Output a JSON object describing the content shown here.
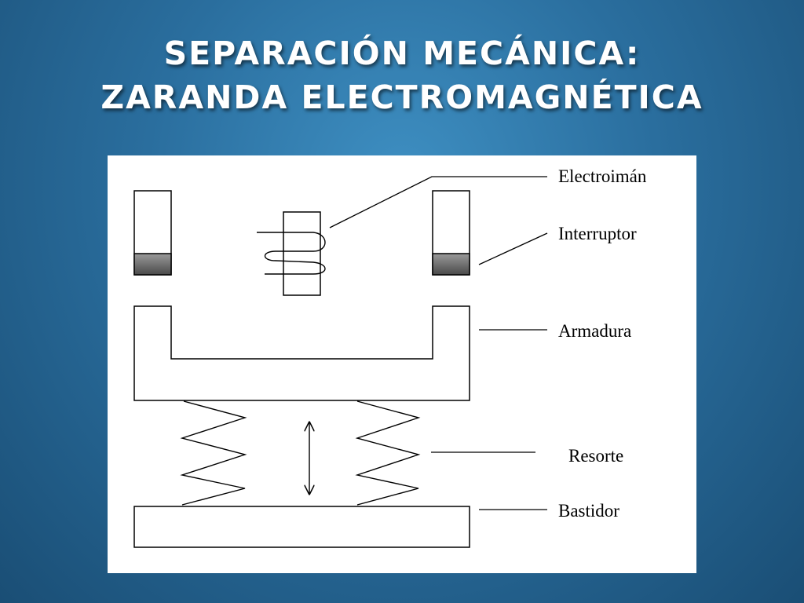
{
  "title": {
    "line1": "SEPARACIÓN MECÁNICA:",
    "line2": "ZARANDA ELECTROMAGNÉTICA"
  },
  "diagram": {
    "labels": {
      "electroiman": "Electroimán",
      "interruptor": "Interruptor",
      "armadura": "Armadura",
      "resorte": "Resorte",
      "bastidor": "Bastidor"
    },
    "colors": {
      "background": "#2a6e9e",
      "panel": "#ffffff",
      "stroke": "#000000",
      "contact_shading": "#7a7a7a"
    }
  }
}
